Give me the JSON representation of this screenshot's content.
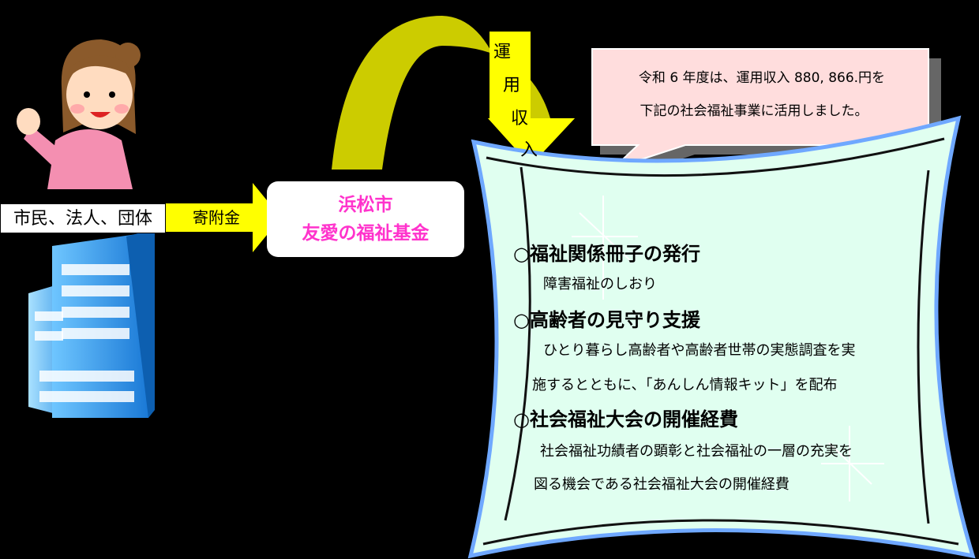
{
  "donor": {
    "label": "市民、法人、団体"
  },
  "donation": {
    "label": "寄附金"
  },
  "fund": {
    "line1": "浜松市",
    "line2": "友愛の福祉基金"
  },
  "income_label": {
    "chars": [
      "運",
      "用",
      "収",
      "入"
    ]
  },
  "callout": {
    "line1": "令和 6 年度は、運用収入 880, 866.円を",
    "line2": "下記の社会福祉事業に活用しました。"
  },
  "projects": [
    {
      "title": "○福祉関係冊子の発行",
      "details": [
        "障害福祉のしおり"
      ]
    },
    {
      "title": "○高齢者の見守り支援",
      "details": [
        "ひとり暮らし高齢者や高齢者世帯の実態調査を実",
        "施するとともに、「あんしん情報キット」を配布"
      ]
    },
    {
      "title": "○社会福祉大会の開催経費",
      "details": [
        "社会福祉功績者の顕彰と社会福祉の一層の充実を",
        "図る機会である社会福祉大会の開催経費"
      ]
    }
  ],
  "colors": {
    "background": "#000000",
    "fund_text": "#ff33cc",
    "arrow_fill": "#ffff00",
    "curved_arrow": "#cccc00",
    "callout_fill": "#ffdddd",
    "banner_fill": "#e0fff0",
    "banner_border": "#6fa8ff"
  },
  "icons": [
    "woman-waving-icon",
    "office-building-icon",
    "sparkle-icon"
  ]
}
